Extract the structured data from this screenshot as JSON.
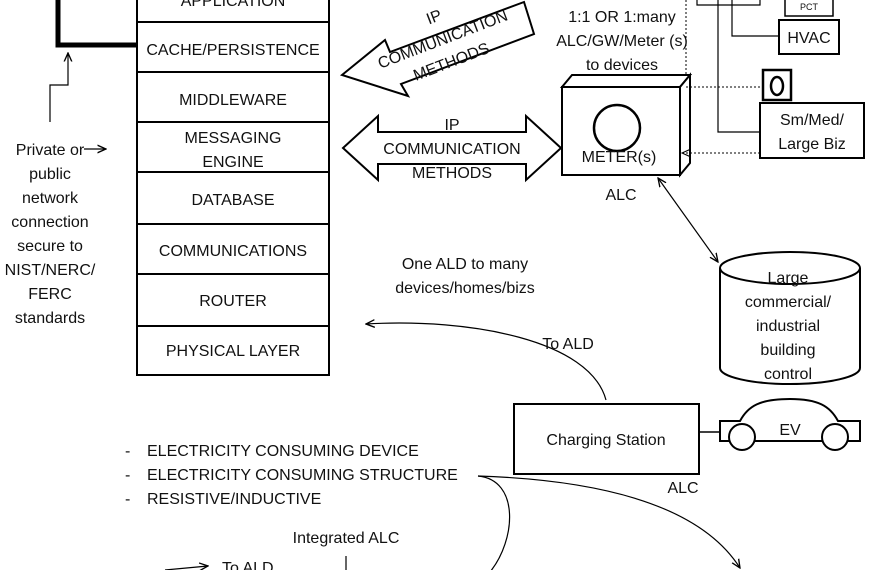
{
  "stack_layers": [
    "APPLICATION",
    "CACHE/PERSISTENCE",
    "MIDDLEWARE",
    "MESSAGING ENGINE",
    "DATABASE",
    "COMMUNICATIONS",
    "ROUTER",
    "PHYSICAL LAYER"
  ],
  "left_note": [
    "Private or",
    "public",
    "network",
    "connection",
    "secure to",
    "NIST/NERC/",
    "FERC",
    "standards"
  ],
  "top_arrow_label": [
    "IP",
    "COMMUNICATION",
    "METHODS"
  ],
  "mid_arrow_label": [
    "IP",
    "COMMUNICATION",
    "METHODS"
  ],
  "relation_note": [
    "1:1 OR 1:many",
    "ALC/GW/Meter (s)",
    "to devices"
  ],
  "meter_label": "METER(s)",
  "alc_label": "ALC",
  "pct_label": "PCT",
  "hvac_label": "HVAC",
  "biz_label": [
    "Sm/Med/",
    "Large Biz"
  ],
  "building_label": [
    "Large",
    "commercial/",
    "industrial",
    "building",
    "control"
  ],
  "ald_note": [
    "One ALD to many",
    "devices/homes/bizs"
  ],
  "to_ald_label": "To ALD",
  "charging_label": "Charging Station",
  "ev_label": "EV",
  "alc_label_2": "ALC",
  "bullets": [
    "ELECTRICITY CONSUMING DEVICE",
    "ELECTRICITY CONSUMING STRUCTURE",
    "RESISTIVE/INDUCTIVE"
  ],
  "integrated_alc": "Integrated ALC",
  "to_ald_bottom": "To ALD"
}
